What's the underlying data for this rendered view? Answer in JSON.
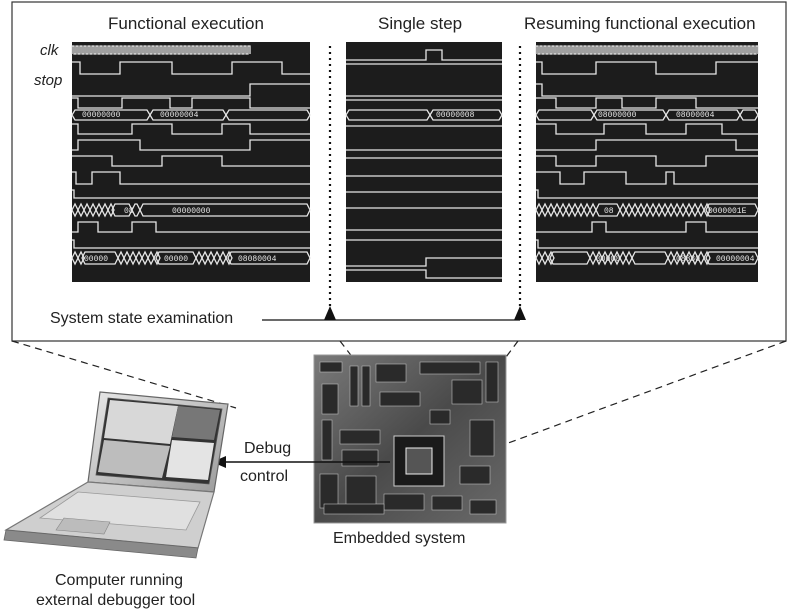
{
  "panels": {
    "functional": {
      "title": "Functional execution",
      "hex": [
        "00000000",
        "00000004",
        "00000000",
        "00000",
        "00000",
        "08080004"
      ],
      "chips": [
        "08"
      ]
    },
    "single_step": {
      "title": "Single step",
      "hex": [
        "00000008"
      ]
    },
    "resuming": {
      "title": "Resuming functional execution",
      "hex": [
        "08000000",
        "08000004",
        "0000001E",
        "00000",
        "08880",
        "00000004"
      ],
      "chips": [
        "08"
      ]
    }
  },
  "signals": {
    "clk": "clk",
    "stop": "stop"
  },
  "labels": {
    "state_exam": "System state examination",
    "debug_line1": "Debug",
    "debug_line2": "control",
    "embedded": "Embedded system",
    "computer_line1": "Computer running",
    "computer_line2": "external debugger tool"
  },
  "colors": {
    "wave_bg": "#1c1c1c",
    "wave_line": "#e6e6e6",
    "frame": "#333333"
  }
}
